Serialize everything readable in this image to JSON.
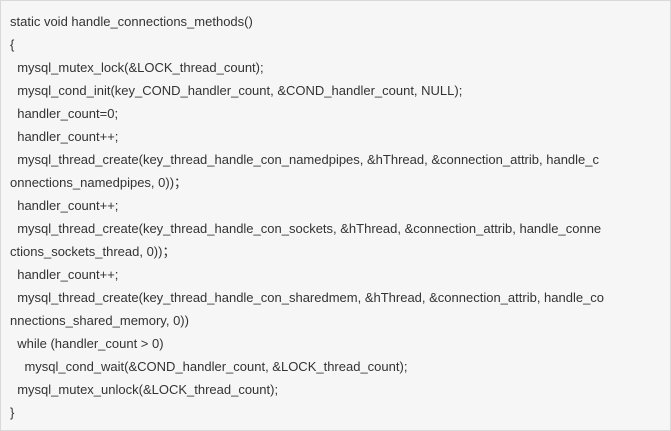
{
  "code_block": {
    "lines": [
      "static void handle_connections_methods()",
      "{",
      "  mysql_mutex_lock(&LOCK_thread_count);",
      "  mysql_cond_init(key_COND_handler_count, &COND_handler_count, NULL);",
      "  handler_count=0;",
      "  handler_count++;",
      "  mysql_thread_create(key_thread_handle_con_namedpipes, &hThread, &connection_attrib, handle_c",
      "onnections_namedpipes, 0))；",
      "  handler_count++;",
      "  mysql_thread_create(key_thread_handle_con_sockets, &hThread, &connection_attrib, handle_conne",
      "ctions_sockets_thread, 0))；",
      "  handler_count++;",
      "  mysql_thread_create(key_thread_handle_con_sharedmem, &hThread, &connection_attrib, handle_co",
      "nnections_shared_memory, 0))",
      "  while (handler_count > 0)",
      "    mysql_cond_wait(&COND_handler_count, &LOCK_thread_count);",
      "  mysql_mutex_unlock(&LOCK_thread_count);",
      "}"
    ]
  }
}
